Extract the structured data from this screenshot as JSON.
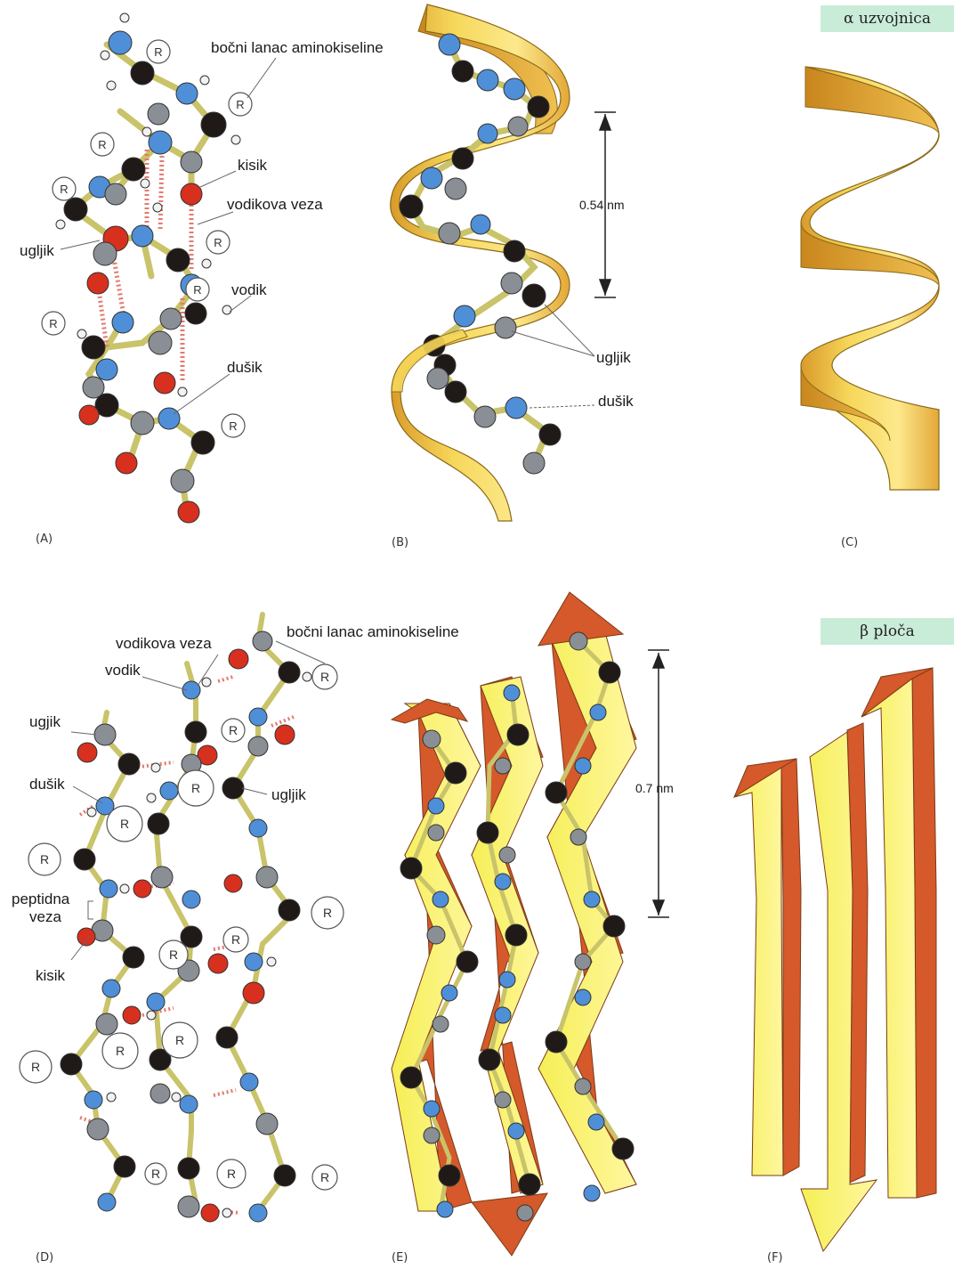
{
  "colors": {
    "carbon": "#1f1a18",
    "carbon_alpha": "#8a8f96",
    "nitrogen": "#4f8fd8",
    "oxygen": "#d8301e",
    "hydrogen": "#f2f2f2",
    "bond": "#c9c36a",
    "hbond": "#e27a6e",
    "ribbon": "#f6d75a",
    "ribbon_dark": "#d99a2a",
    "arrow_face": "#f8f36a",
    "arrow_side": "#d5592a",
    "tag_bg": "#c9ecd9"
  },
  "panelA": {
    "label": "(A)",
    "side_chain": "bočni lanac aminokiseline",
    "oxygen": "kisik",
    "hydrogen_bond": "vodikova veza",
    "carbon": "ugljik",
    "hydrogen": "vodik",
    "nitrogen": "dušik",
    "r": "R"
  },
  "panelB": {
    "label": "(B)",
    "pitch": "0.54 nm",
    "carbon": "ugljik",
    "nitrogen": "dušik"
  },
  "panelC": {
    "label": "(C)",
    "title": "α uzvojnica"
  },
  "panelD": {
    "label": "(D)",
    "side_chain": "bočni lanac aminokiseline",
    "hydrogen_bond": "vodikova veza",
    "hydrogen": "vodik",
    "carbon_typo": "ugjik",
    "nitrogen": "dušik",
    "carbon": "ugljik",
    "peptide_bond_1": "peptidna",
    "peptide_bond_2": "veza",
    "oxygen": "kisik",
    "r": "R"
  },
  "panelE": {
    "label": "(E)",
    "spacing": "0.7 nm"
  },
  "panelF": {
    "label": "(F)",
    "title": "β ploča"
  }
}
